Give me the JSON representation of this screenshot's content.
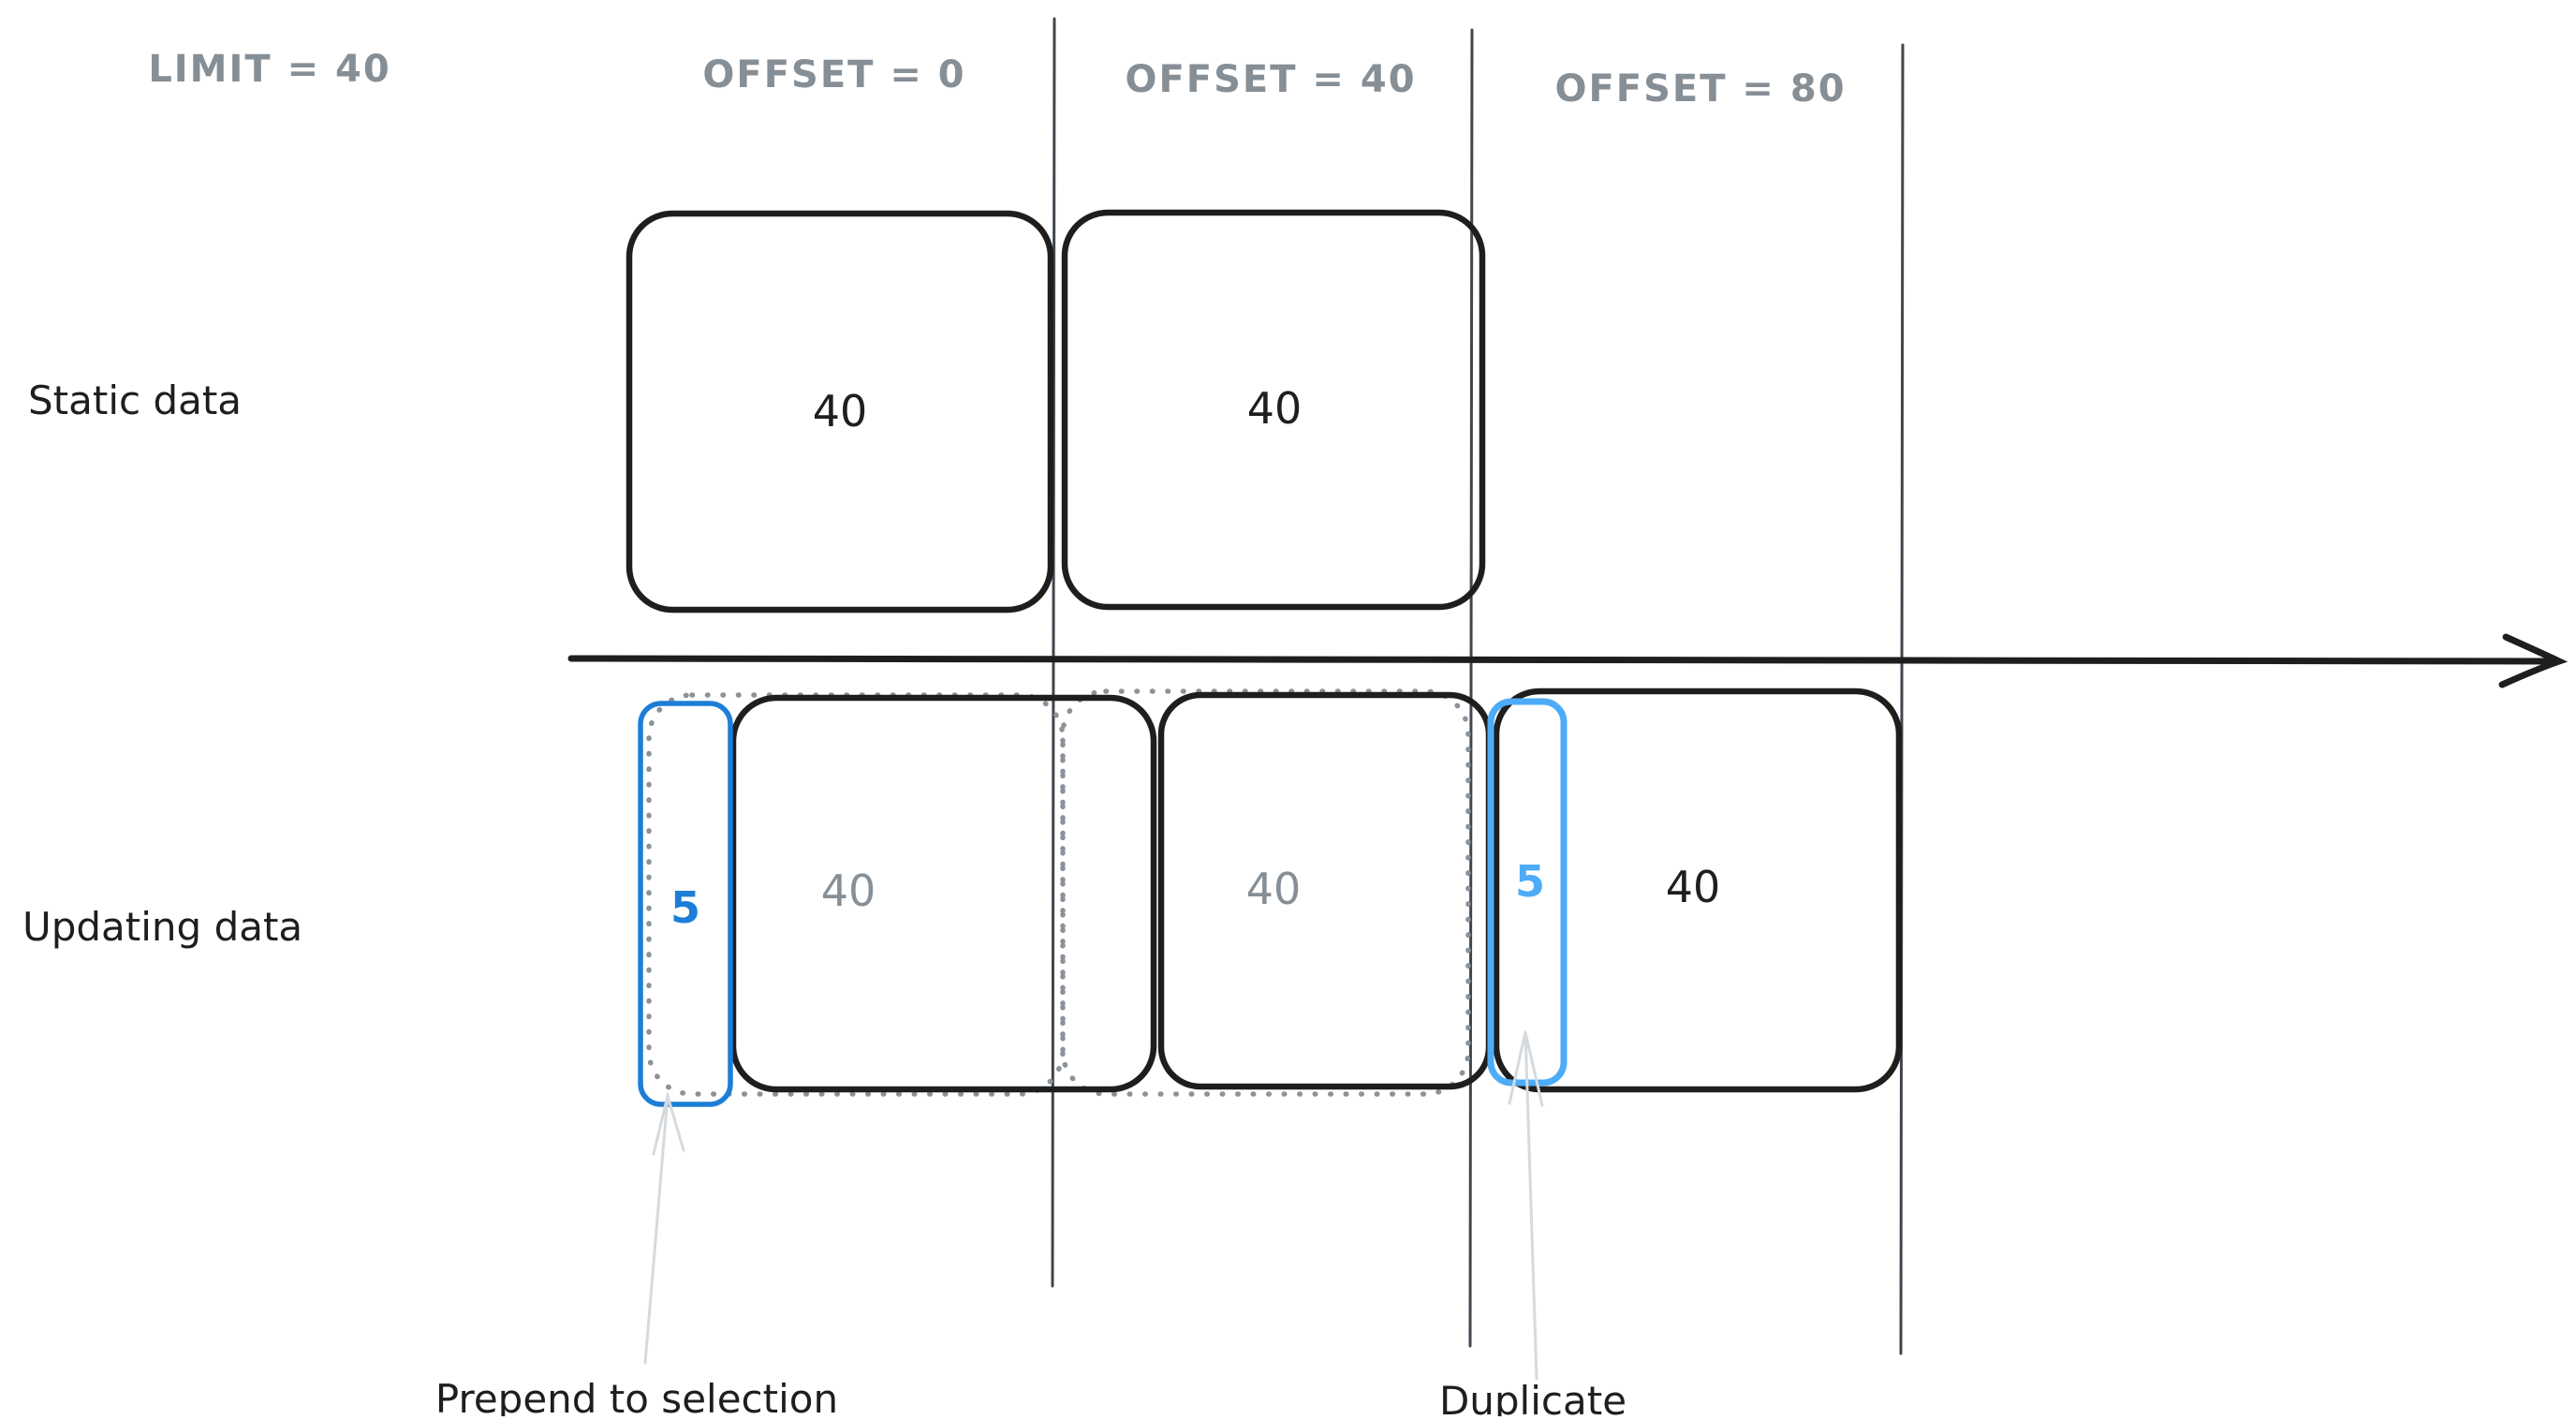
{
  "header": {
    "limit_label": "LIMIT = 40",
    "offset_labels": [
      "OFFSET = 0",
      "OFFSET = 40",
      "OFFSET = 80"
    ]
  },
  "rows": {
    "static": {
      "label": "Static data",
      "pages": [
        {
          "count": "40"
        },
        {
          "count": "40"
        }
      ]
    },
    "updating": {
      "label": "Updating data",
      "prepended_count": "5",
      "duplicate_count": "5",
      "pages": [
        {
          "count": "40"
        },
        {
          "count": "40"
        },
        {
          "count": "40"
        }
      ]
    }
  },
  "annotations": {
    "prepend_label": "Prepend to selection",
    "duplicate_label": "Duplicate"
  },
  "colors": {
    "background": "#ffffff",
    "ink": "#1e1e1e",
    "gray-text": "#868e96",
    "dotted-stroke": "#8b929a",
    "divider": "#3f464d",
    "blue-dark": "#1c7ed6",
    "blue-light": "#4dabf7",
    "annotation-arrow": "#d5dade"
  }
}
